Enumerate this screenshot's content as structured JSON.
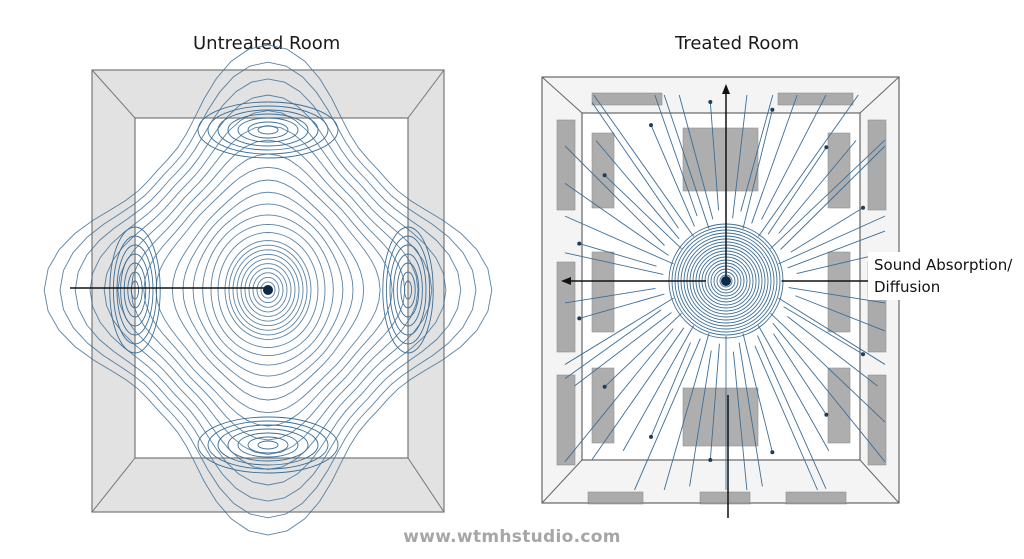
{
  "left_panel": {
    "title": "Untreated Room"
  },
  "right_panel": {
    "title": "Treated Room",
    "callout_line1": "Sound Absorption/",
    "callout_line2": "Diffusion"
  },
  "watermark": "www.wtmhstudio.com",
  "colors": {
    "wave": "#3d6e96",
    "wall": "#e6e6e6",
    "panel": "#9a9a9a",
    "source": "#0d2a44"
  }
}
